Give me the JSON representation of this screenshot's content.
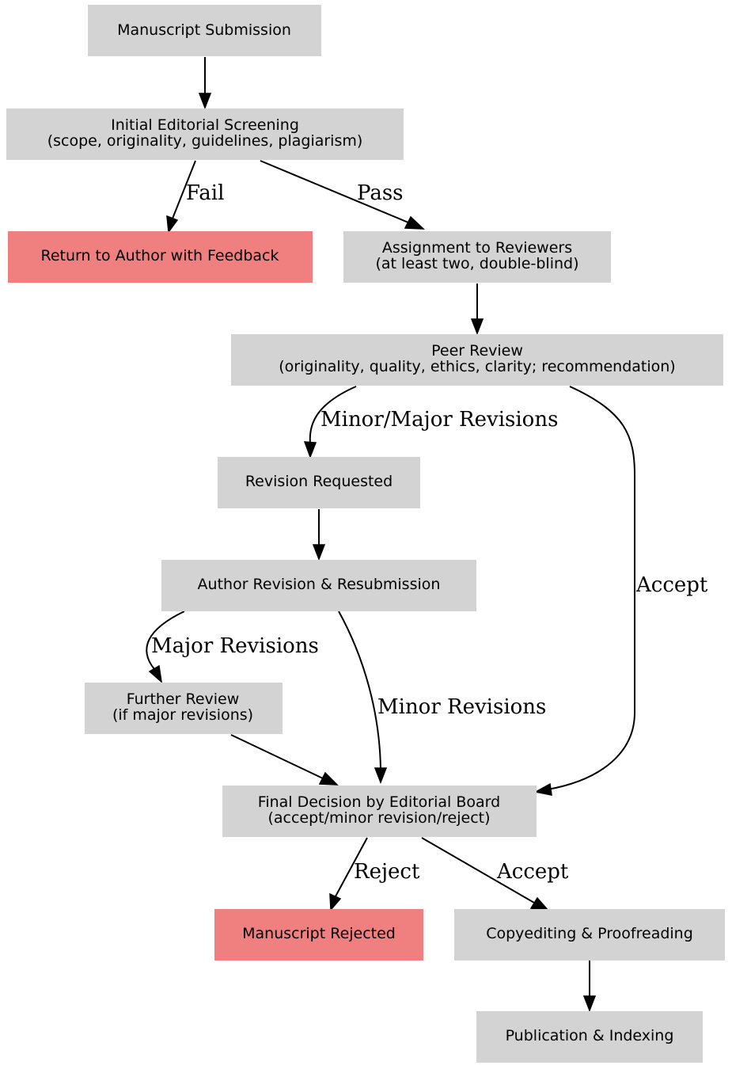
{
  "colors": {
    "node": "#d3d3d3",
    "reject_node": "#f08080",
    "edge": "#000000"
  },
  "nodes": {
    "submission": {
      "lines": [
        "Manuscript Submission"
      ]
    },
    "screening": {
      "lines": [
        "Initial Editorial Screening",
        "(scope, originality, guidelines, plagiarism)"
      ]
    },
    "return_author": {
      "lines": [
        "Return to Author with Feedback"
      ]
    },
    "assignment": {
      "lines": [
        "Assignment to Reviewers",
        "(at least two, double-blind)"
      ]
    },
    "peer_review": {
      "lines": [
        "Peer Review",
        "(originality, quality, ethics, clarity; recommendation)"
      ]
    },
    "revision_requested": {
      "lines": [
        "Revision Requested"
      ]
    },
    "author_revision": {
      "lines": [
        "Author Revision & Resubmission"
      ]
    },
    "further_review": {
      "lines": [
        "Further Review",
        "(if major revisions)"
      ]
    },
    "final_decision": {
      "lines": [
        "Final Decision by Editorial Board",
        "(accept/minor revision/reject)"
      ]
    },
    "rejected": {
      "lines": [
        "Manuscript Rejected"
      ]
    },
    "copyediting": {
      "lines": [
        "Copyediting & Proofreading"
      ]
    },
    "publication": {
      "lines": [
        "Publication & Indexing"
      ]
    }
  },
  "edges": {
    "fail": "Fail",
    "pass": "Pass",
    "minor_major": "Minor/Major Revisions",
    "accept_peer": "Accept",
    "major_revisions": "Major Revisions",
    "minor_revisions": "Minor Revisions",
    "reject": "Reject",
    "accept_final": "Accept"
  }
}
